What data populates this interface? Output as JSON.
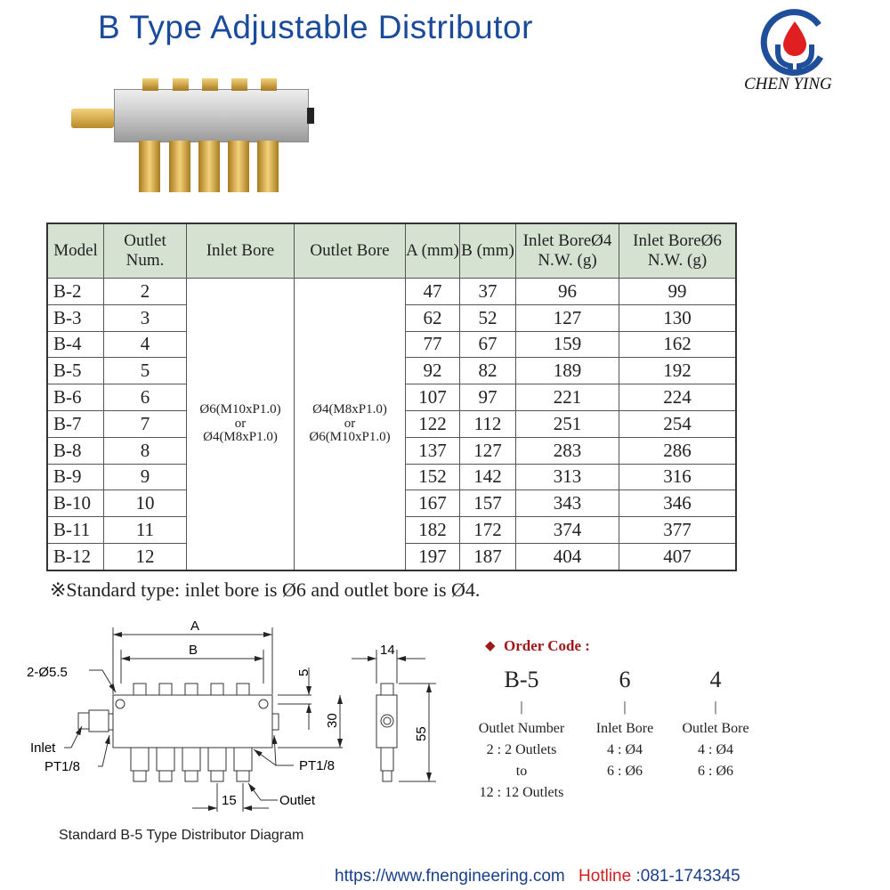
{
  "header": {
    "title": "B Type Adjustable Distributor",
    "brand": "CHEN YING"
  },
  "table": {
    "columns": [
      "Model",
      "Outlet Num.",
      "Inlet Bore",
      "Outlet Bore",
      "A (mm)",
      "B (mm)",
      "Inlet BoreØ4 N.W. (g)",
      "Inlet BoreØ6 N.W. (g)"
    ],
    "inlet_bore_merged": [
      "Ø6(M10xP1.0)",
      "or",
      "Ø4(M8xP1.0)"
    ],
    "outlet_bore_merged": [
      "Ø4(M8xP1.0)",
      "or",
      "Ø6(M10xP1.0)"
    ],
    "rows": [
      [
        "B-2",
        "2",
        "47",
        "37",
        "96",
        "99"
      ],
      [
        "B-3",
        "3",
        "62",
        "52",
        "127",
        "130"
      ],
      [
        "B-4",
        "4",
        "77",
        "67",
        "159",
        "162"
      ],
      [
        "B-5",
        "5",
        "92",
        "82",
        "189",
        "192"
      ],
      [
        "B-6",
        "6",
        "107",
        "97",
        "221",
        "224"
      ],
      [
        "B-7",
        "7",
        "122",
        "112",
        "251",
        "254"
      ],
      [
        "B-8",
        "8",
        "137",
        "127",
        "283",
        "286"
      ],
      [
        "B-9",
        "9",
        "152",
        "142",
        "313",
        "316"
      ],
      [
        "B-10",
        "10",
        "167",
        "157",
        "343",
        "346"
      ],
      [
        "B-11",
        "11",
        "182",
        "172",
        "374",
        "377"
      ],
      [
        "B-12",
        "12",
        "197",
        "187",
        "404",
        "407"
      ]
    ]
  },
  "note": "※Standard type: inlet bore is Ø6 and outlet bore is Ø4.",
  "diagram": {
    "caption": "Standard B-5 Type Distributor Diagram",
    "labels": {
      "a": "A",
      "b": "B",
      "hole": "2-Ø5.5",
      "inlet": "Inlet",
      "pt_left": "PT1/8",
      "pt_right": "PT1/8",
      "outlet": "Outlet",
      "dim15": "15",
      "dim5": "5",
      "dim30": "30",
      "dim14": "14",
      "dim55": "55"
    }
  },
  "order_code": {
    "title": "Order Code :",
    "parts": [
      {
        "code": "B-5",
        "label": "Outlet Number",
        "lines": [
          "2 : 2  Outlets",
          "to",
          "12 : 12 Outlets"
        ]
      },
      {
        "code": "6",
        "label": "Inlet Bore",
        "lines": [
          "4 : Ø4",
          "6 : Ø6"
        ]
      },
      {
        "code": "4",
        "label": "Outlet Bore",
        "lines": [
          "4 : Ø4",
          "6 : Ø6"
        ]
      }
    ]
  },
  "footer": {
    "url": "https://www.fnengineering.com",
    "hotline_label": "Hotline",
    "hotline": ":081-1743345"
  },
  "colors": {
    "title": "#1a4a9a",
    "header_bg": "#d5e2d2",
    "order": "#a01818",
    "hotline": "#d02020"
  }
}
